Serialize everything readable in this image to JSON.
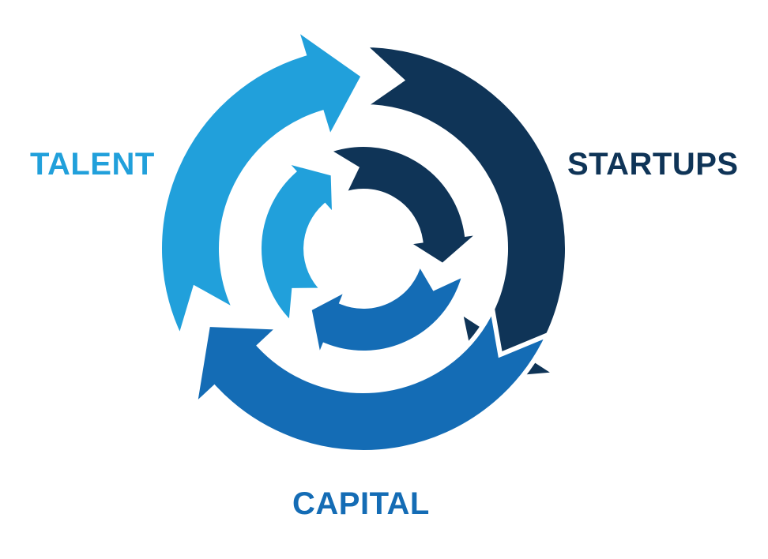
{
  "labels": {
    "talent": "TALENT",
    "startups": "STARTUPS",
    "capital": "CAPITAL"
  },
  "colors": {
    "talent": "#21a0db",
    "startups": "#0f3457",
    "capital": "#146cb5",
    "background": "#ffffff"
  },
  "cycle": {
    "direction": "clockwise",
    "rings": [
      "outer",
      "inner"
    ],
    "segments": [
      "talent",
      "startups",
      "capital"
    ]
  }
}
